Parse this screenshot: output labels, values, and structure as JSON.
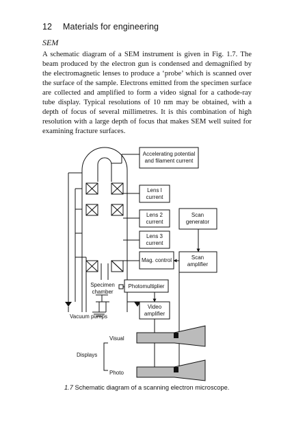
{
  "header": {
    "page_number": "12",
    "running_title": "Materials for engineering"
  },
  "section": {
    "title": "SEM"
  },
  "paragraph": "A schematic diagram of a SEM instrument is given in Fig. 1.7. The beam produced by the electron gun is condensed and demagnified by the electromagnetic lenses to produce a ‘probe’ which is scanned over the surface of the sample. Electrons emitted from the specimen surface are collected and amplified to form a video signal for a cathode-ray tube display. Typical resolutions of 10 nm may be obtained, with a depth of focus of several millimetres. It is this combination of high resolution with a large depth of focus that makes SEM well suited for examining fracture surfaces.",
  "diagram": {
    "accel_line1": "Accelerating potential",
    "accel_line2": "and filament current",
    "lens1_line1": "Lens I",
    "lens1_line2": "current",
    "lens2_line1": "Lens 2",
    "lens2_line2": "current",
    "lens3_line1": "Lens 3",
    "lens3_line2": "current",
    "scan_gen_line1": "Scan",
    "scan_gen_line2": "generator",
    "mag_control": "Mag. control",
    "scan_amp_line1": "Scan",
    "scan_amp_line2": "amplifier",
    "specimen_line1": "Specimen",
    "specimen_line2": "chamber",
    "photomultiplier": "Photomultiplier",
    "video_line1": "Video",
    "video_line2": "amplifier",
    "vacuum_pumps": "Vacuum pumps",
    "visual": "Visual",
    "displays": "Displays",
    "photo": "Photo"
  },
  "caption": {
    "number": "1.7",
    "text": "Schematic diagram of a scanning electron microscope."
  }
}
